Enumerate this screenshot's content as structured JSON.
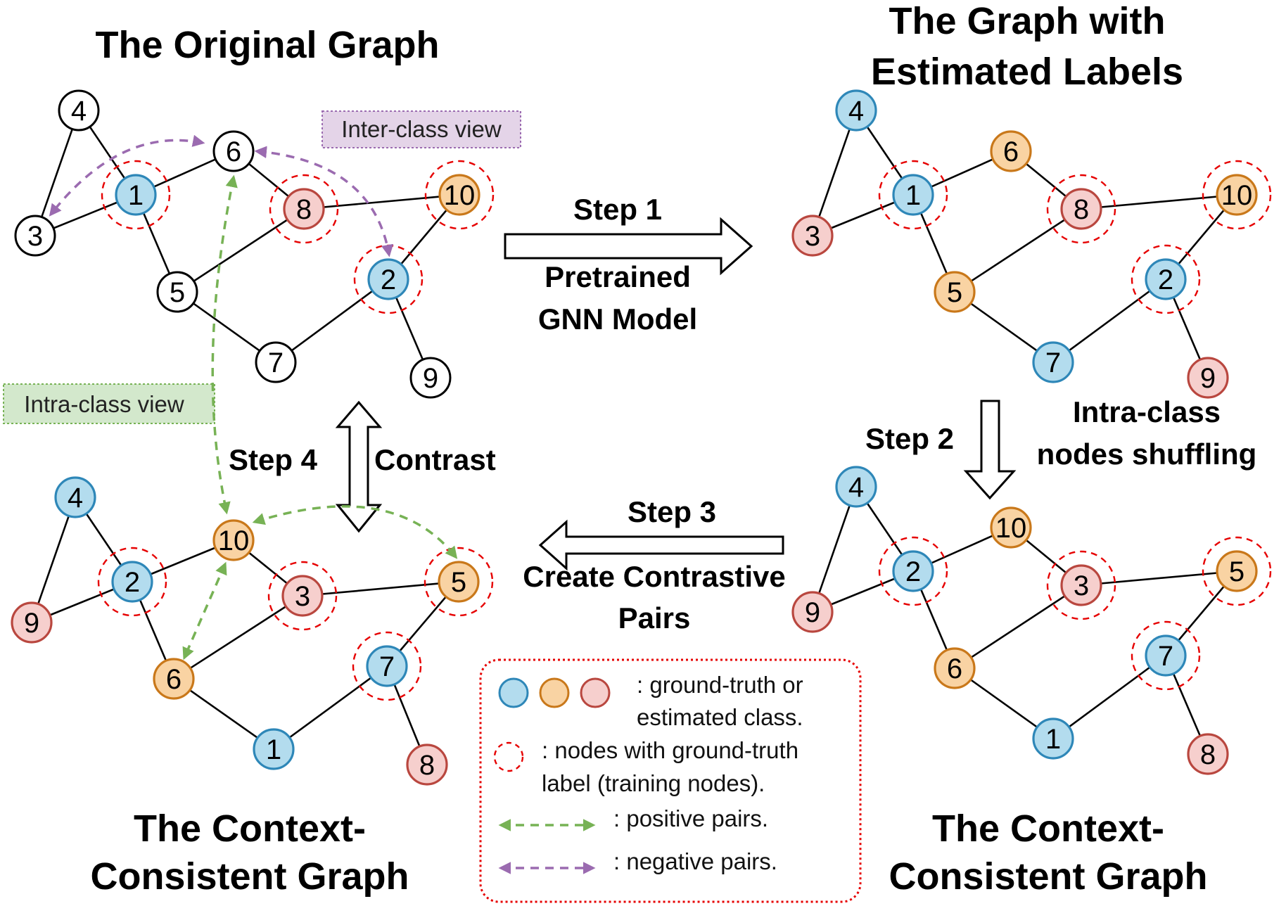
{
  "titles": {
    "original": "The Original Graph",
    "estimated_1": "The Graph with",
    "estimated_2": "Estimated Labels",
    "cc_left_1": "The Context-",
    "cc_left_2": "Consistent Graph",
    "cc_right_1": "The Context-",
    "cc_right_2": "Consistent Graph"
  },
  "steps": {
    "step1": "Step 1",
    "step1_desc_1": "Pretrained",
    "step1_desc_2": "GNN Model",
    "step2": "Step 2",
    "step2_desc_1": "Intra-class",
    "step2_desc_2": "nodes shuffling",
    "step3": "Step 3",
    "step3_desc_1": "Create Contrastive",
    "step3_desc_2": "Pairs",
    "step4": "Step 4",
    "step4_desc": "Contrast"
  },
  "views": {
    "inter": "Inter-class view",
    "intra": "Intra-class view"
  },
  "legend": {
    "classes_1": ": ground-truth or",
    "classes_2": "estimated class.",
    "training_1": ": nodes with ground-truth",
    "training_2": "label (training nodes).",
    "positive": ": positive pairs.",
    "negative": ": negative pairs."
  },
  "colors": {
    "class_blue_fill": "#b3dcee",
    "class_blue_stroke": "#2e87b8",
    "class_orange_fill": "#f9d3a3",
    "class_orange_stroke": "#c9781a",
    "class_red_fill": "#f6cfcd",
    "class_red_stroke": "#b9473f",
    "training_ring": "#e60000",
    "positive_pair": "#77b255",
    "negative_pair": "#9b6bb0",
    "inter_box_fill": "#e4d4e8",
    "intra_box_fill": "#d3e8cc"
  },
  "graphs": [
    {
      "key": "original",
      "nodes": [
        {
          "id": "4",
          "cls": "none",
          "train": false
        },
        {
          "id": "3",
          "cls": "none",
          "train": false
        },
        {
          "id": "1",
          "cls": "blue",
          "train": true
        },
        {
          "id": "6",
          "cls": "none",
          "train": false
        },
        {
          "id": "5",
          "cls": "none",
          "train": false
        },
        {
          "id": "8",
          "cls": "red",
          "train": true
        },
        {
          "id": "7",
          "cls": "none",
          "train": false
        },
        {
          "id": "10",
          "cls": "orange",
          "train": true
        },
        {
          "id": "2",
          "cls": "blue",
          "train": true
        },
        {
          "id": "9",
          "cls": "none",
          "train": false
        }
      ]
    },
    {
      "key": "estimated",
      "nodes": [
        {
          "id": "4",
          "cls": "blue",
          "train": false
        },
        {
          "id": "3",
          "cls": "red",
          "train": false
        },
        {
          "id": "1",
          "cls": "blue",
          "train": true
        },
        {
          "id": "6",
          "cls": "orange",
          "train": false
        },
        {
          "id": "5",
          "cls": "orange",
          "train": false
        },
        {
          "id": "8",
          "cls": "red",
          "train": true
        },
        {
          "id": "7",
          "cls": "blue",
          "train": false
        },
        {
          "id": "10",
          "cls": "orange",
          "train": true
        },
        {
          "id": "2",
          "cls": "blue",
          "train": true
        },
        {
          "id": "9",
          "cls": "red",
          "train": false
        }
      ]
    },
    {
      "key": "cc_right",
      "nodes": [
        {
          "id": "4",
          "cls": "blue",
          "train": false
        },
        {
          "id": "9",
          "cls": "red",
          "train": false
        },
        {
          "id": "2",
          "cls": "blue",
          "train": true
        },
        {
          "id": "10",
          "cls": "orange",
          "train": false
        },
        {
          "id": "6",
          "cls": "orange",
          "train": false
        },
        {
          "id": "3",
          "cls": "red",
          "train": true
        },
        {
          "id": "1",
          "cls": "blue",
          "train": false
        },
        {
          "id": "5",
          "cls": "orange",
          "train": true
        },
        {
          "id": "7",
          "cls": "blue",
          "train": true
        },
        {
          "id": "8",
          "cls": "red",
          "train": false
        }
      ]
    },
    {
      "key": "cc_left",
      "nodes": [
        {
          "id": "4",
          "cls": "blue",
          "train": false
        },
        {
          "id": "9",
          "cls": "red",
          "train": false
        },
        {
          "id": "2",
          "cls": "blue",
          "train": true
        },
        {
          "id": "10",
          "cls": "orange",
          "train": false
        },
        {
          "id": "6",
          "cls": "orange",
          "train": false
        },
        {
          "id": "3",
          "cls": "red",
          "train": true
        },
        {
          "id": "1",
          "cls": "blue",
          "train": false
        },
        {
          "id": "5",
          "cls": "orange",
          "train": true
        },
        {
          "id": "7",
          "cls": "blue",
          "train": true
        },
        {
          "id": "8",
          "cls": "red",
          "train": false
        }
      ]
    }
  ]
}
